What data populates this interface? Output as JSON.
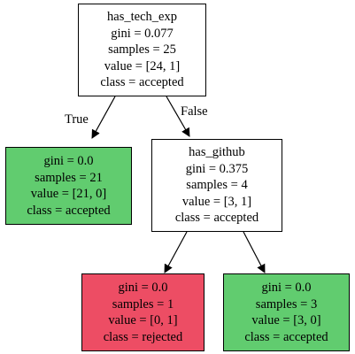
{
  "colors": {
    "background": "#ffffff",
    "root": "#ffffff",
    "has_github_node": "#ffffff",
    "leaf_accepted": "#61cc6f",
    "leaf_rejected": "#ed4d64",
    "edge": "#000000"
  },
  "nodes": {
    "root": {
      "feature": "has_tech_exp",
      "gini": "gini = 0.077",
      "samples": "samples = 25",
      "value": "value = [24, 1]",
      "class": "class = accepted"
    },
    "leaf_left": {
      "gini": "gini = 0.0",
      "samples": "samples = 21",
      "value": "value = [21, 0]",
      "class": "class = accepted"
    },
    "has_github": {
      "feature": "has_github",
      "gini": "gini = 0.375",
      "samples": "samples = 4",
      "value": "value = [3, 1]",
      "class": "class = accepted"
    },
    "leaf_rejected": {
      "gini": "gini = 0.0",
      "samples": "samples = 1",
      "value": "value = [0, 1]",
      "class": "class = rejected"
    },
    "leaf_accepted": {
      "gini": "gini = 0.0",
      "samples": "samples = 3",
      "value": "value = [3, 0]",
      "class": "class = accepted"
    }
  },
  "edges": {
    "true_label": "True",
    "false_label": "False"
  }
}
